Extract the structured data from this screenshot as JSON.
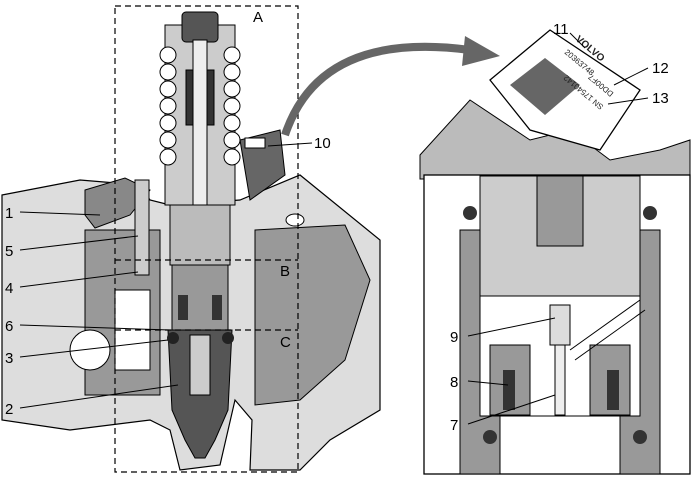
{
  "diagram": {
    "section_labels": {
      "a": "A",
      "b": "B",
      "c": "C"
    },
    "callouts": {
      "c1": "1",
      "c2": "2",
      "c3": "3",
      "c4": "4",
      "c5": "5",
      "c6": "6",
      "c7": "7",
      "c8": "8",
      "c9": "9",
      "c10": "10",
      "c11": "11",
      "c12": "12",
      "c13": "13"
    },
    "id_tag": {
      "brand": "VOLVO",
      "part_number": "20363748",
      "code": "DD00F7",
      "serial": "SN 17540142"
    },
    "colors": {
      "dark_gray": "#555555",
      "mid_gray": "#999999",
      "light_gray": "#cccccc",
      "line": "#000000"
    }
  }
}
